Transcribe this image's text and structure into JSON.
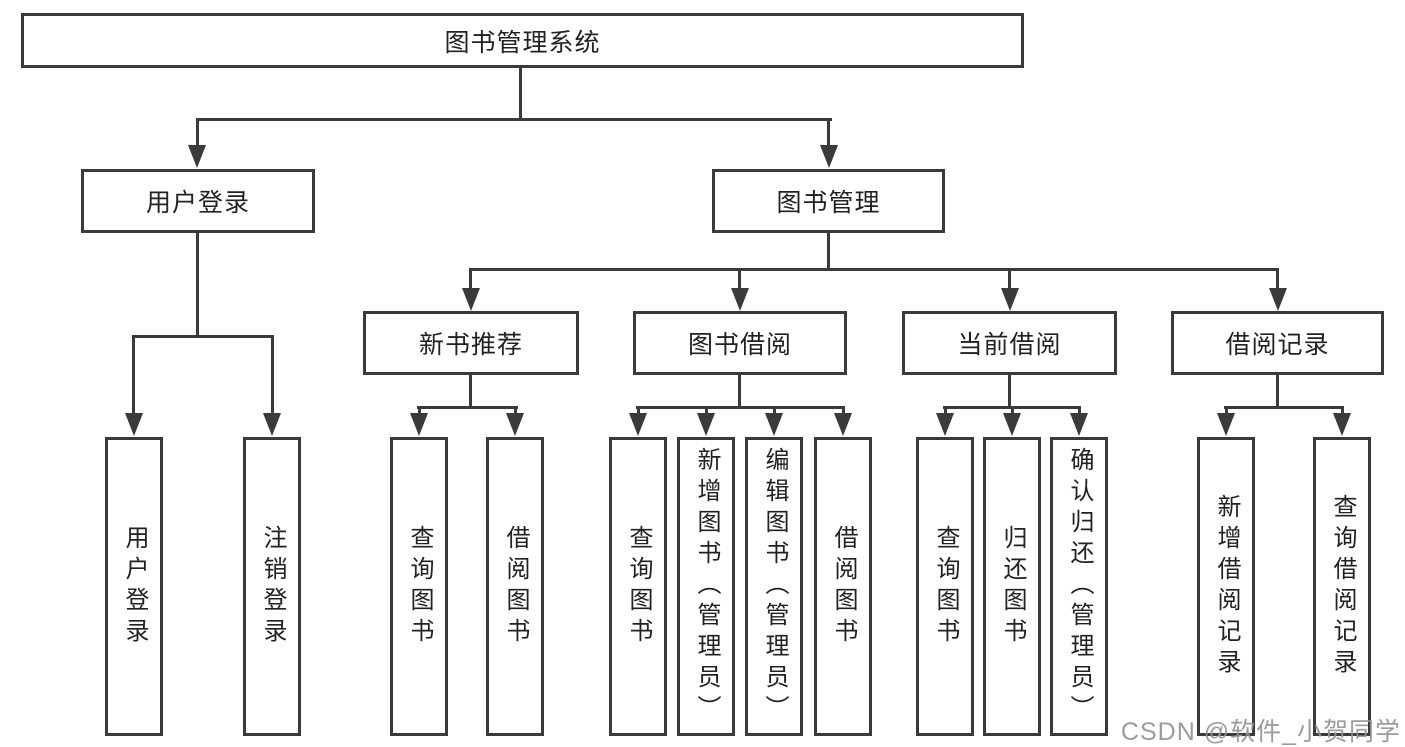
{
  "tree": {
    "root": {
      "label": "图书管理系统"
    },
    "branches": [
      {
        "label": "用户登录",
        "children": [
          {
            "label": "用户登录"
          },
          {
            "label": "注销登录"
          }
        ]
      },
      {
        "label": "图书管理",
        "children": [
          {
            "label": "新书推荐",
            "children": [
              {
                "label": "查询图书"
              },
              {
                "label": "借阅图书"
              }
            ]
          },
          {
            "label": "图书借阅",
            "children": [
              {
                "label": "查询图书"
              },
              {
                "label": "新增图书（管理员）"
              },
              {
                "label": "编辑图书（管理员）"
              },
              {
                "label": "借阅图书"
              }
            ]
          },
          {
            "label": "当前借阅",
            "children": [
              {
                "label": "查询图书"
              },
              {
                "label": "归还图书"
              },
              {
                "label": "确认归还（管理员）"
              }
            ]
          },
          {
            "label": "借阅记录",
            "children": [
              {
                "label": "新增借阅记录"
              },
              {
                "label": "查询借阅记录"
              }
            ]
          }
        ]
      }
    ]
  },
  "watermark": {
    "text": "CSDN @软件_小贺同学",
    "color": "#949494"
  },
  "colors": {
    "line": "#3a3a3a",
    "text": "#222222",
    "background": "#ffffff"
  }
}
